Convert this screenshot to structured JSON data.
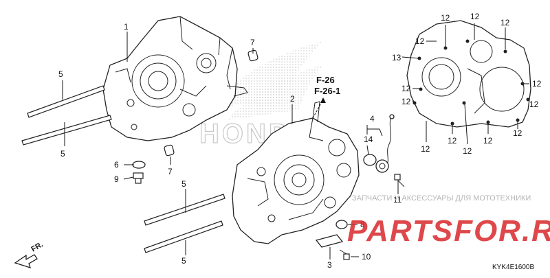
{
  "diagram": {
    "callouts": {
      "n1": "1",
      "n2": "2",
      "n3": "3",
      "n4": "4",
      "n5a": "5",
      "n5b": "5",
      "n5c": "5",
      "n5d": "5",
      "n6": "6",
      "n7a": "7",
      "n7b": "7",
      "n8": "8",
      "n9": "9",
      "n10": "10",
      "n11": "11",
      "n13": "13",
      "n14": "14",
      "n12": [
        "12",
        "12",
        "12",
        "12",
        "12",
        "12",
        "12",
        "12",
        "12",
        "12",
        "12",
        "12",
        "12"
      ]
    },
    "references": {
      "ref1": "F-26",
      "ref2": "F-26-1"
    },
    "direction_label": "FR.",
    "watermark": {
      "text": "ЗАПЧАСТИ И АКСЕССУАРЫ ДЛЯ МОТОТЕХНИКИ",
      "logo": "PARTSFOR.RU",
      "brand": "HONDA",
      "colors": {
        "red": "#d8282c",
        "gray": "#b5b5b5"
      }
    },
    "code": "KYK4E1600B"
  }
}
